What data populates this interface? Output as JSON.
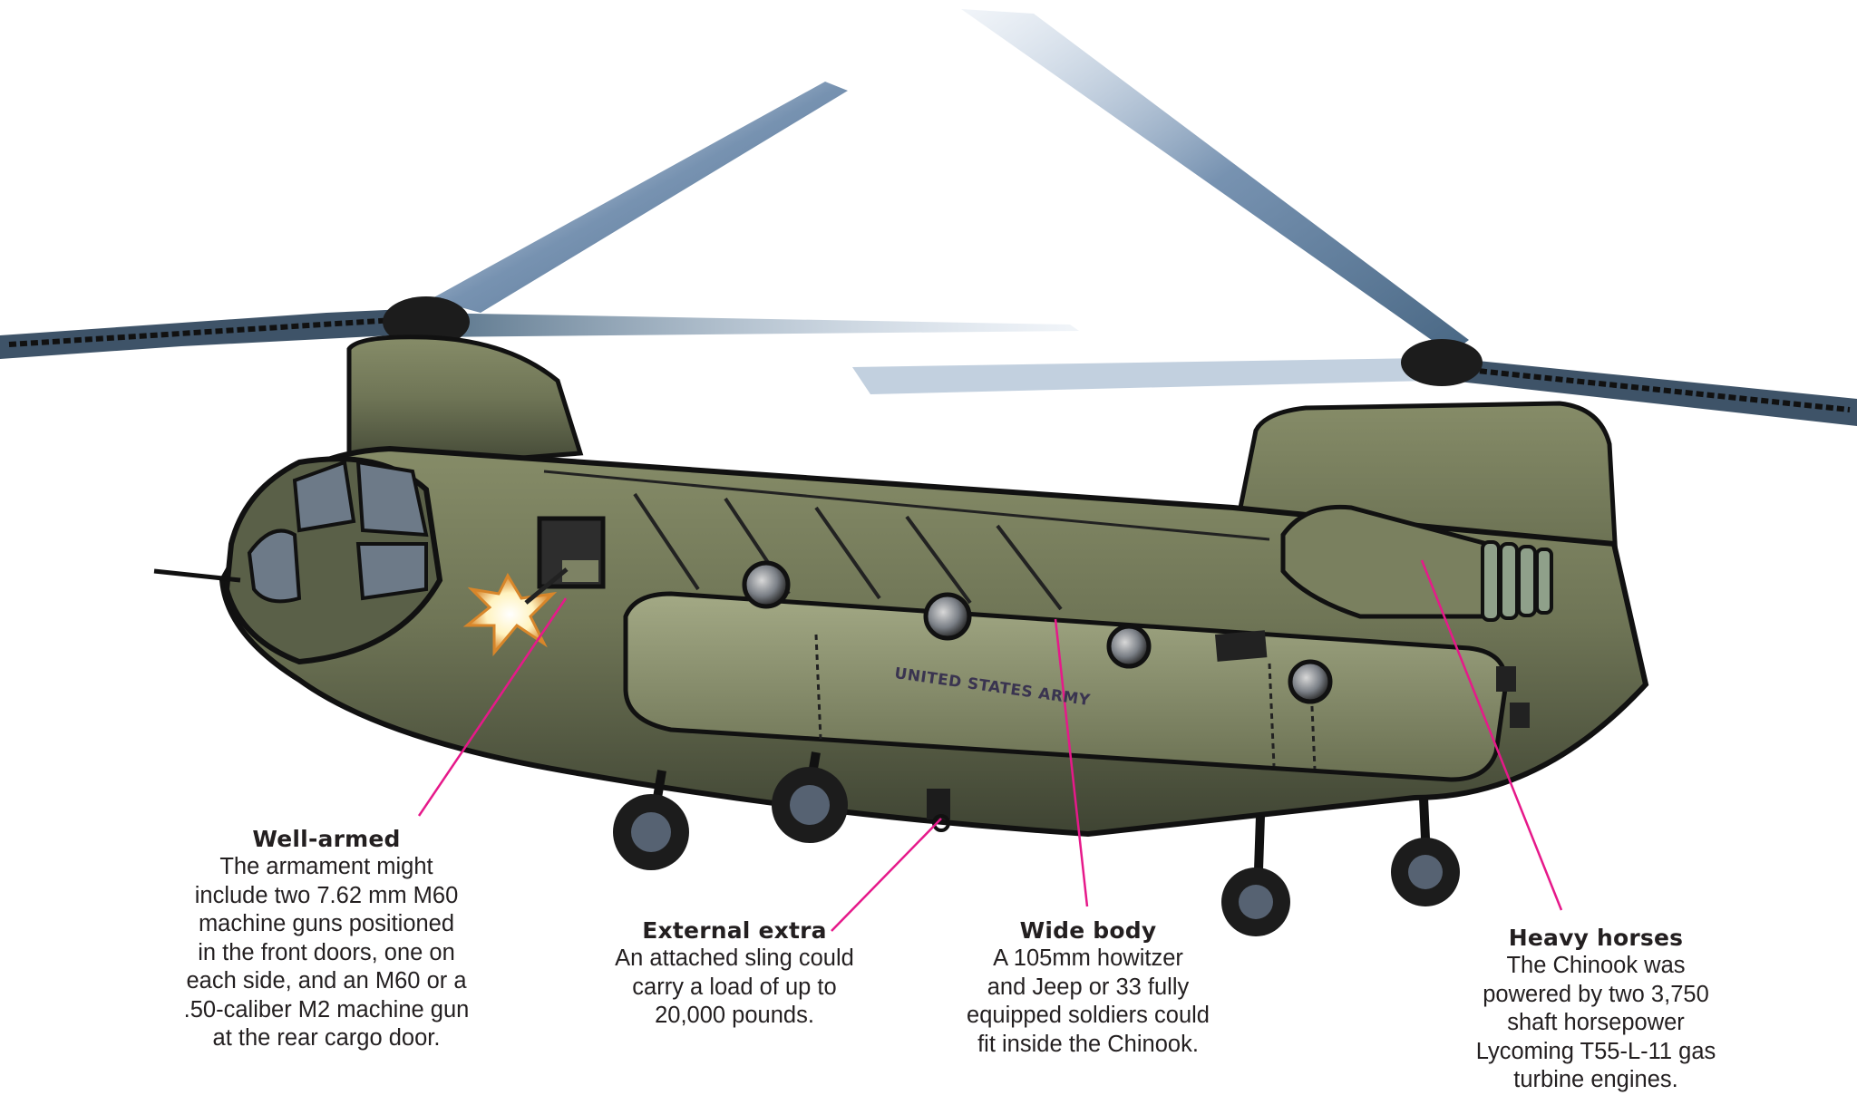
{
  "diagram": {
    "subject": "CH-47 Chinook helicopter",
    "fuselage_marking": "UNITED STATES ARMY",
    "colors": {
      "background": "#ffffff",
      "fuselage": "#6f7556",
      "fuselage_light": "#9aa07c",
      "fuselage_dark": "#3f4433",
      "ink": "#111111",
      "rotor_blur": "#5f7fa3",
      "leader_line": "#e6198a",
      "muzzle_flash": "#fff3c0",
      "text": "#231f20"
    }
  },
  "callouts": [
    {
      "id": "well-armed",
      "title": "Well-armed",
      "lines": [
        "The armament might",
        "include two 7.62 mm M60",
        "machine guns positioned",
        "in the front doors, one on",
        "each side, and an M60 or a",
        ".50-caliber M2 machine gun",
        "at the rear cargo door."
      ]
    },
    {
      "id": "external-extra",
      "title": "External extra",
      "lines": [
        "An attached sling could",
        "carry a load of up to",
        "20,000 pounds."
      ]
    },
    {
      "id": "wide-body",
      "title": "Wide body",
      "lines": [
        "A 105mm howitzer",
        "and Jeep or 33 fully",
        "equipped soldiers could",
        "fit inside the Chinook."
      ]
    },
    {
      "id": "heavy-horses",
      "title": "Heavy horses",
      "lines": [
        "The Chinook was",
        "powered by two 3,750",
        "shaft horsepower",
        "Lycoming T55-L-11 gas",
        "turbine engines."
      ]
    }
  ]
}
